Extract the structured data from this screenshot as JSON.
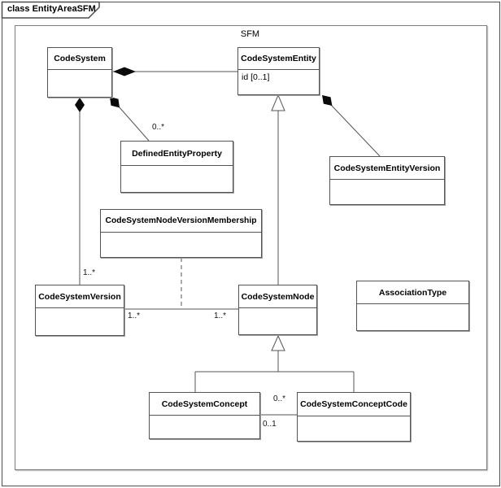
{
  "diagram": {
    "tab_label": "class EntityAreaSFM",
    "frame_label": "SFM"
  },
  "classes": {
    "code_system": {
      "name": "CodeSystem",
      "attributes": []
    },
    "code_system_entity": {
      "name": "CodeSystemEntity",
      "attributes": [
        "id [0..1]"
      ]
    },
    "defined_entity_property": {
      "name": "DefinedEntityProperty",
      "attributes": []
    },
    "code_system_entity_version": {
      "name": "CodeSystemEntityVersion",
      "attributes": []
    },
    "code_system_node_version_membership": {
      "name": "CodeSystemNodeVersionMembership",
      "attributes": []
    },
    "code_system_version": {
      "name": "CodeSystemVersion",
      "attributes": []
    },
    "code_system_node": {
      "name": "CodeSystemNode",
      "attributes": []
    },
    "association_type": {
      "name": "AssociationType",
      "attributes": []
    },
    "code_system_concept": {
      "name": "CodeSystemConcept",
      "attributes": []
    },
    "code_system_concept_code": {
      "name": "CodeSystemConceptCode",
      "attributes": []
    }
  },
  "multiplicities": {
    "system_version": "1..*",
    "defined_property": "0..*",
    "version_node_source": "1..*",
    "version_node_target": "1..*",
    "concept_code_target": "0..*",
    "concept_code_source": "0..1"
  },
  "colors": {
    "line": "#555555",
    "border": "#545454",
    "text": "#000000",
    "background": "#ffffff"
  }
}
